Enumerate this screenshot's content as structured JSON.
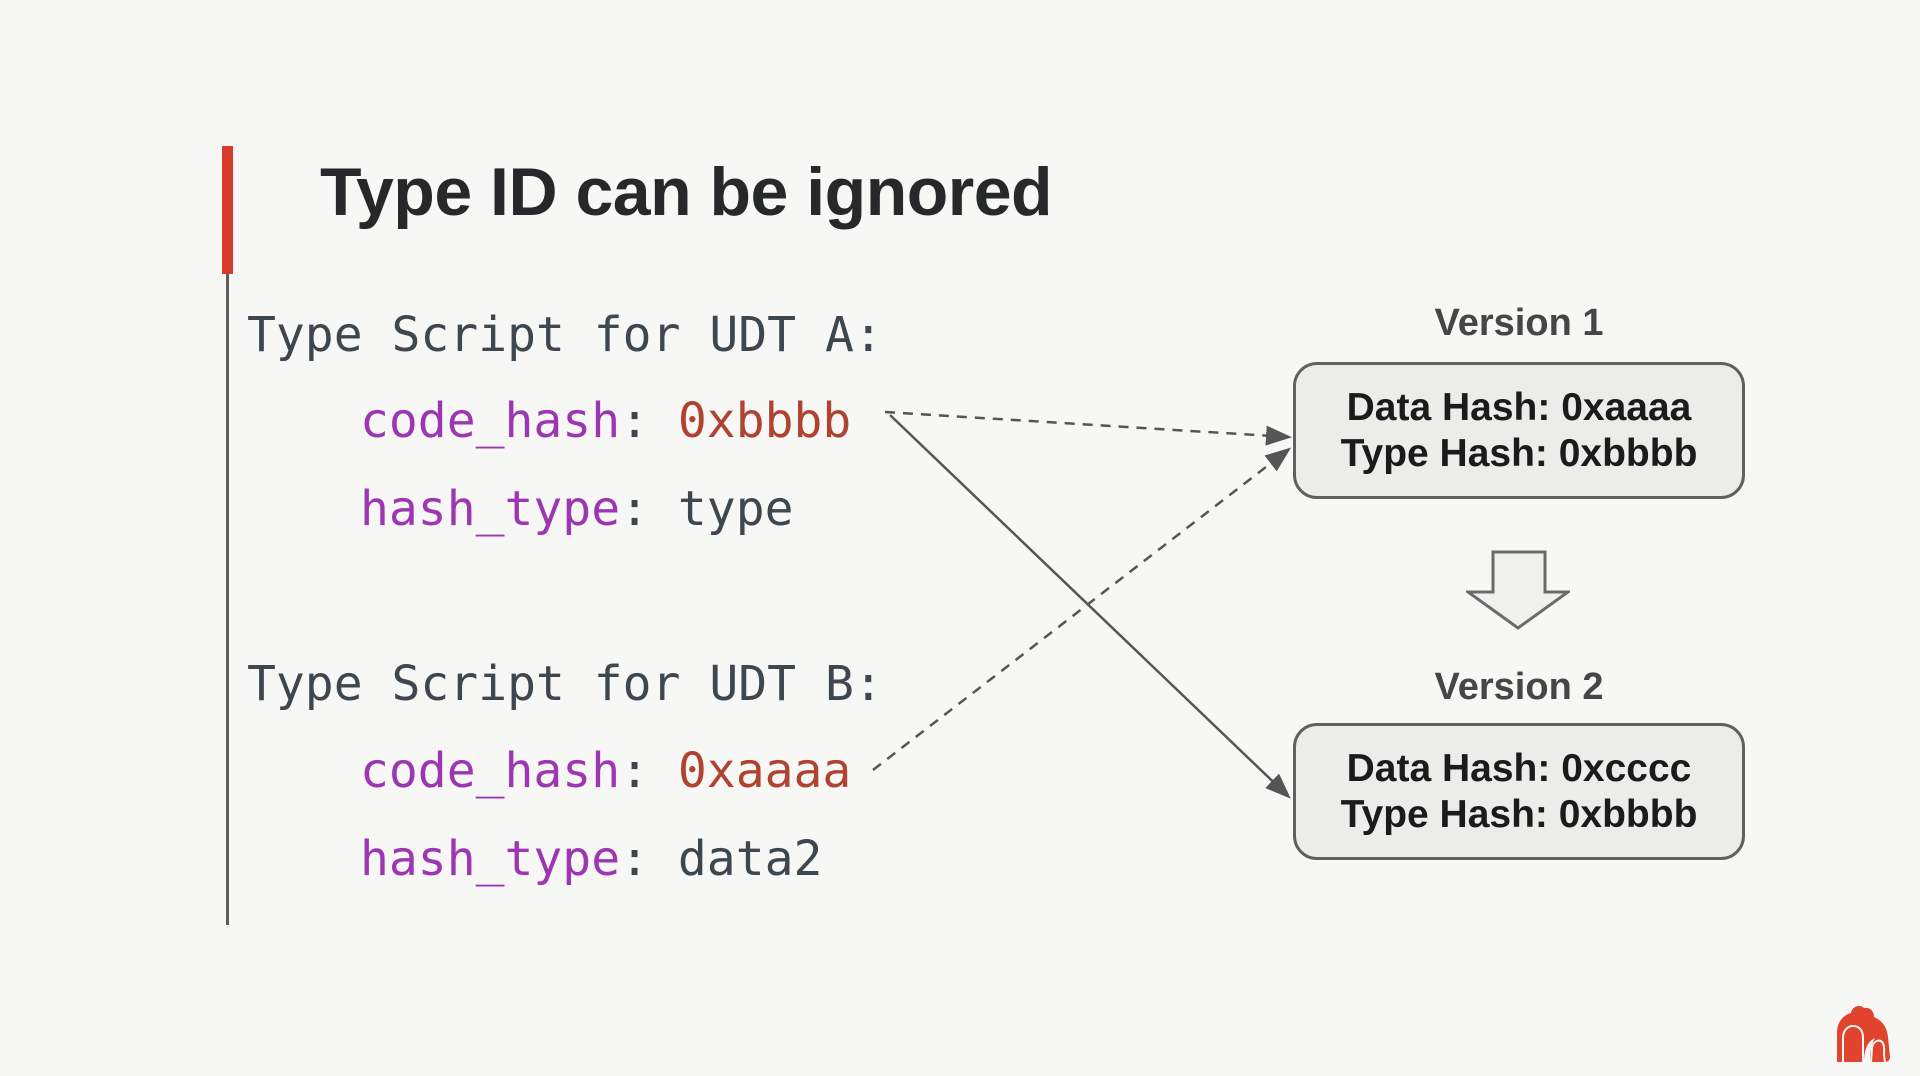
{
  "slide": {
    "title": "Type ID can be ignored"
  },
  "code": {
    "blocks": [
      {
        "header": "Type Script for UDT A:",
        "lines": [
          {
            "key": "code_hash",
            "sep": ": ",
            "value": "0xbbbb"
          },
          {
            "key": "hash_type",
            "sep": ": ",
            "value": "type"
          }
        ]
      },
      {
        "header": "Type Script for UDT B:",
        "lines": [
          {
            "key": "code_hash",
            "sep": ": ",
            "value": "0xaaaa"
          },
          {
            "key": "hash_type",
            "sep": ": ",
            "value": "data2"
          }
        ]
      }
    ]
  },
  "versions": [
    {
      "label": "Version 1",
      "data_hash": "Data Hash: 0xaaaa",
      "type_hash": "Type Hash: 0xbbbb"
    },
    {
      "label": "Version 2",
      "data_hash": "Data Hash: 0xcccc",
      "type_hash": "Type Hash: 0xbbbb"
    }
  ],
  "icons": {
    "down_arrow": "block-arrow-down-icon",
    "logo": "gorilla-logo-icon"
  },
  "colors": {
    "background": "#F7F7F5",
    "accent_red": "#D93B2B",
    "logo_red": "#E2432C",
    "code_default": "#3E474E",
    "code_key_purple": "#9C36B2",
    "code_hash_rust": "#B0432F",
    "box_fill": "#ECECEB",
    "box_border": "#606060",
    "connector_gray": "#555555"
  }
}
